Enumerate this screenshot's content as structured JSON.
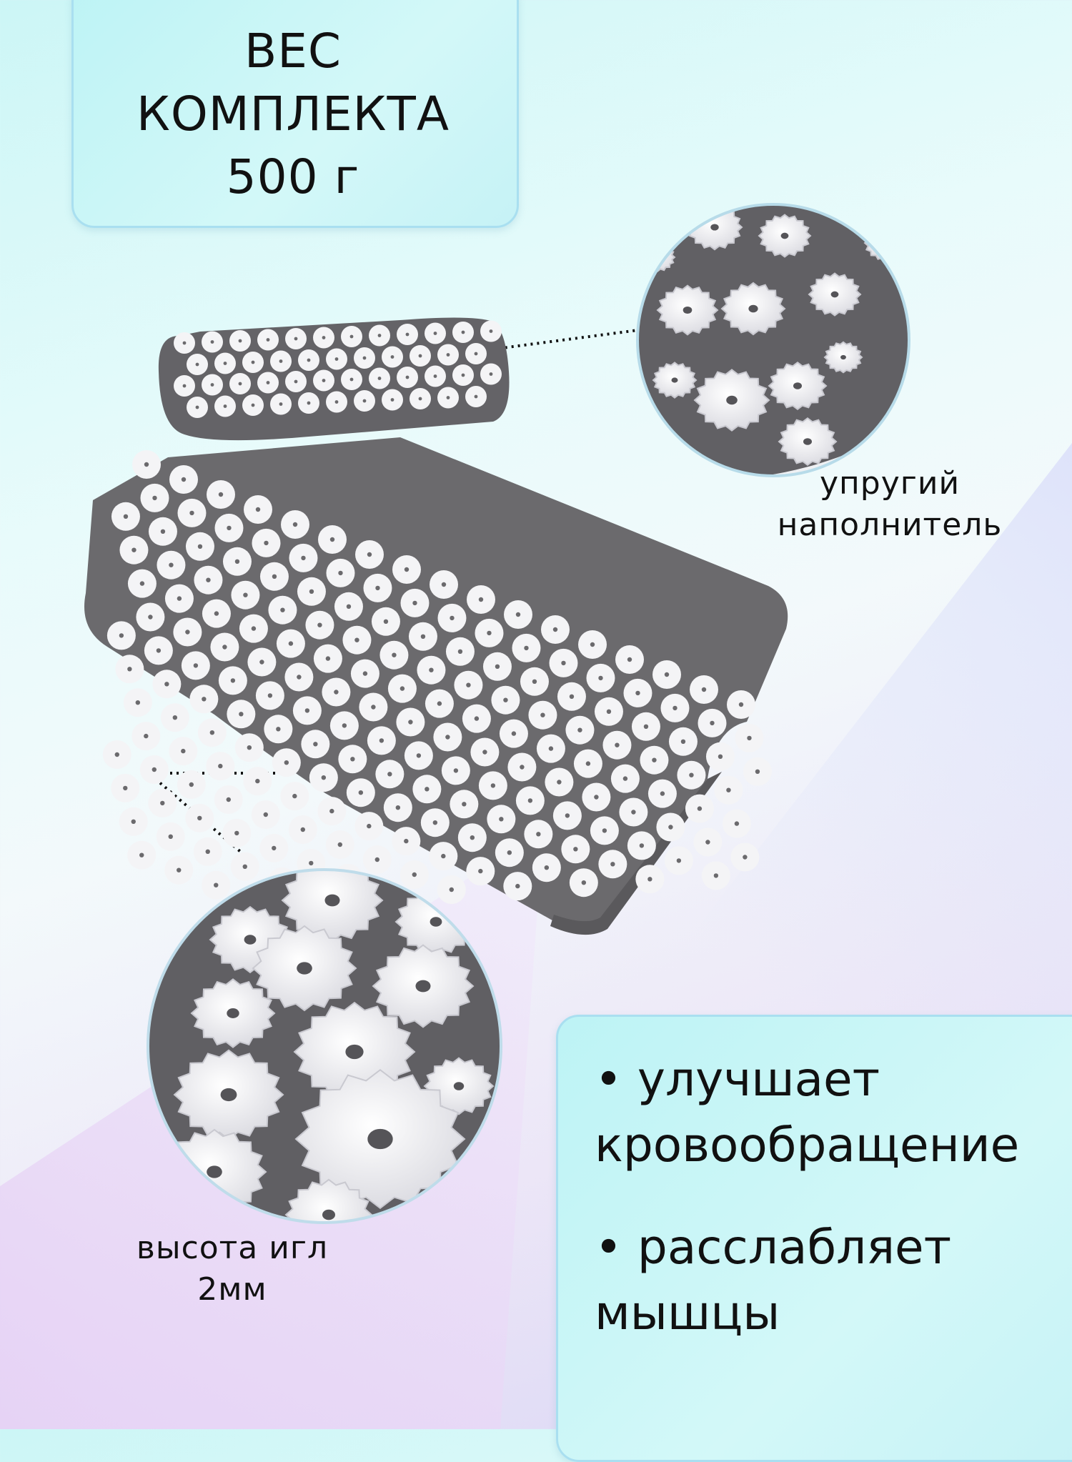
{
  "weight_card": {
    "line1": "ВЕС",
    "line2": "КОМПЛЕКТА",
    "line3": "500 г"
  },
  "captions": {
    "filler_line1": "упругий",
    "filler_line2": "наполнитель",
    "needles_line1": "высота игл",
    "needles_line2": "2мм"
  },
  "benefits": {
    "bullet": "•",
    "item1_line1": "улучшает",
    "item1_line2": "кровообращение",
    "item2_line1": "расслабляет",
    "item2_line2": "мышцы"
  },
  "colors": {
    "fabric": "#6b6a6d",
    "disc": "#f4f4f6",
    "card_fill": "#c6f4f6",
    "card_border": "#a9dff0"
  }
}
